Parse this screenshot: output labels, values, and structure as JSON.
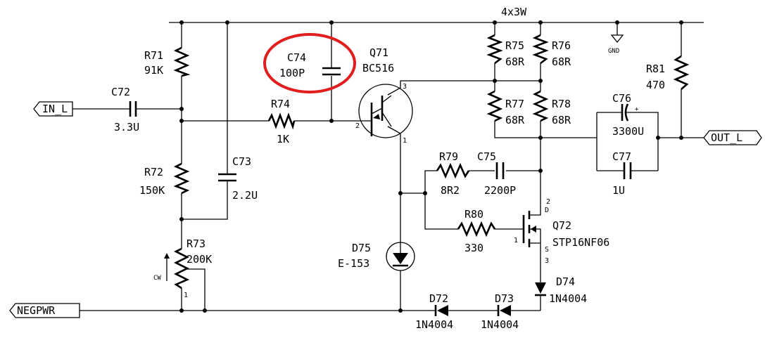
{
  "top_rail_label": "4x3W",
  "gnd_label": "GND",
  "ports": {
    "in": "IN_L",
    "out": "OUT_L",
    "neg": "NEGPWR"
  },
  "highlight_color": "#e01e1e",
  "components": {
    "R71": {
      "ref": "R71",
      "value": "91K"
    },
    "C72": {
      "ref": "C72",
      "value": "3.3U"
    },
    "R72": {
      "ref": "R72",
      "value": "150K"
    },
    "C73": {
      "ref": "C73",
      "value": "2.2U"
    },
    "R73": {
      "ref": "R73",
      "value": "200K",
      "cw": "CW",
      "pin1": "1"
    },
    "C74": {
      "ref": "C74",
      "value": "100P"
    },
    "R74": {
      "ref": "R74",
      "value": "1K"
    },
    "Q71": {
      "ref": "Q71",
      "value": "BC516",
      "pin1": "1",
      "pin2": "2",
      "pin3": "3"
    },
    "R75": {
      "ref": "R75",
      "value": "68R"
    },
    "R76": {
      "ref": "R76",
      "value": "68R"
    },
    "R77": {
      "ref": "R77",
      "value": "68R"
    },
    "R78": {
      "ref": "R78",
      "value": "68R"
    },
    "R79": {
      "ref": "R79",
      "value": "8R2"
    },
    "C75": {
      "ref": "C75",
      "value": "2200P"
    },
    "R80": {
      "ref": "R80",
      "value": "330"
    },
    "Q72": {
      "ref": "Q72",
      "value": "STP16NF06",
      "pin1": "1",
      "pin_d": "D",
      "pin_s": "S",
      "pin2": "2",
      "pin3": "3"
    },
    "D75": {
      "ref": "D75",
      "value": "E-153"
    },
    "C76": {
      "ref": "C76",
      "value": "3300U",
      "polarity": "+"
    },
    "C77": {
      "ref": "C77",
      "value": "1U"
    },
    "R81": {
      "ref": "R81",
      "value": "470"
    },
    "D72": {
      "ref": "D72",
      "value": "1N4004"
    },
    "D73": {
      "ref": "D73",
      "value": "1N4004"
    },
    "D74": {
      "ref": "D74",
      "value": "1N4004"
    }
  }
}
